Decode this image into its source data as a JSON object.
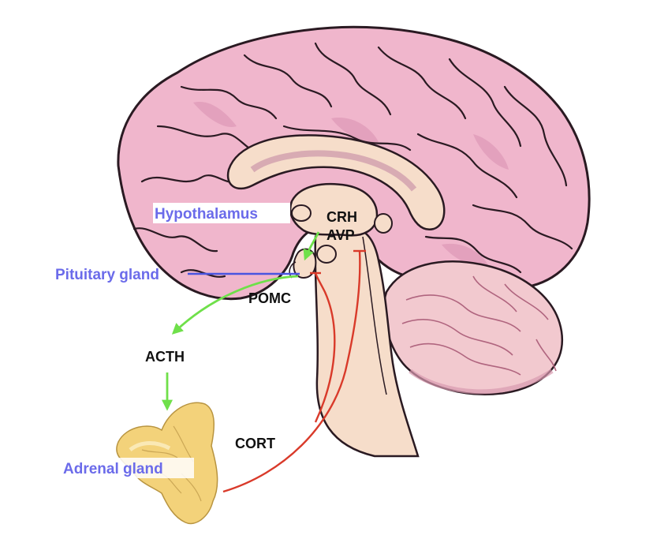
{
  "labels": {
    "hypothalamus": "Hypothalamus",
    "pituitary": "Pituitary gland",
    "adrenal": "Adrenal gland",
    "crh": "CRH",
    "avp": "AVP",
    "pomc": "POMC",
    "acth": "ACTH",
    "cort": "CORT"
  },
  "colors": {
    "cortex": "#f0b6cc",
    "cortex_stroke": "#2a1a22",
    "sulcus": "#d98fb0",
    "inner": "#f6ddca",
    "cerebellum": "#f2c9cf",
    "adrenal": "#f3d27a",
    "stimulate": "#6fe04a",
    "inhibit": "#d93a2a",
    "organ_label": "#6b6bea",
    "hormone_label": "#111111"
  }
}
